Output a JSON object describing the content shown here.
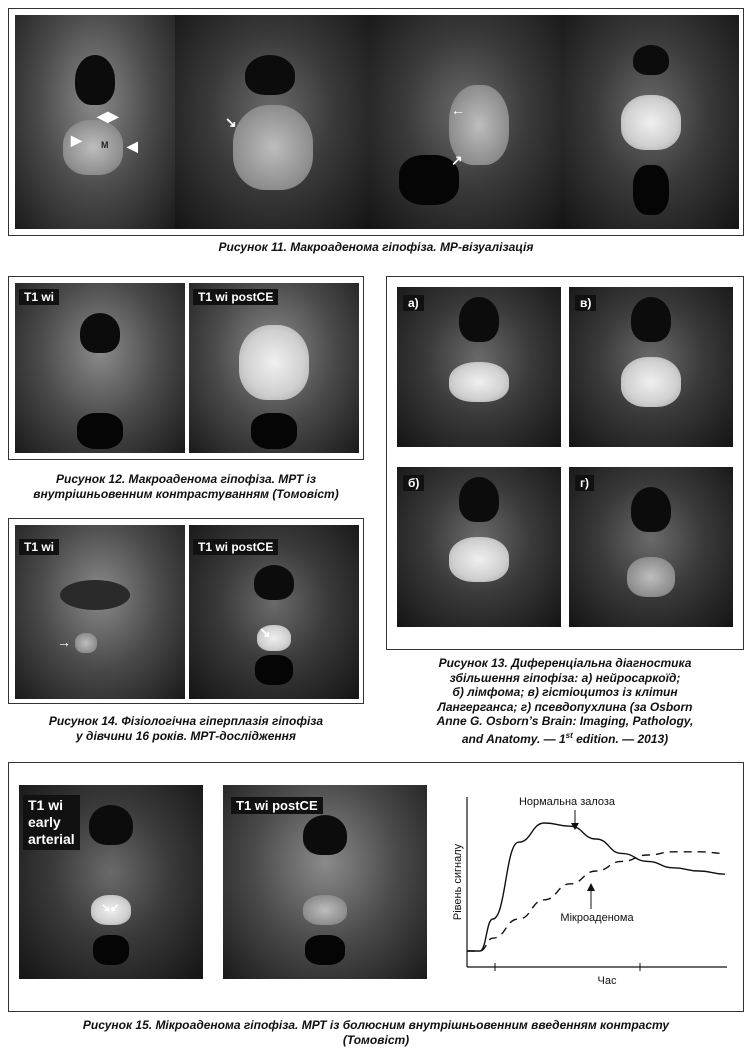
{
  "figure11": {
    "caption": "Рисунок 11. Макроаденома гіпофіза. МР-візуалізація",
    "marker_m": "M"
  },
  "figure12": {
    "label_left": "T1 wi",
    "label_right": "T1 wi postCE",
    "caption_line1": "Рисунок 12. Макроаденома гіпофіза. МРТ із",
    "caption_line2": "внутрішньовенним контрастуванням (Томовіст)"
  },
  "figure13": {
    "labels": [
      "а)",
      "в)",
      "б)",
      "г)"
    ],
    "caption_line1": "Рисунок  13. Диференціальна діагностика",
    "caption_line2": "збільшення гіпофіза: а) нейросаркоїд;",
    "caption_line3": "б) лімфома; в) гістіоцитоз із клітин",
    "caption_line4": "Лангерганса; г) псевдопухлина (за Osborn",
    "caption_line5": "Anne G. Osborn’s Brain: Imaging, Pathology,",
    "caption_line6_pre": "and Anatomy. — 1",
    "caption_line6_sup": "st",
    "caption_line6_post": " edition. — 2013)"
  },
  "figure14": {
    "label_left": "T1 wi",
    "label_right": "T1 wi postCE",
    "caption_line1": "Рисунок 14. Фізіологічна гіперплазія гіпофіза",
    "caption_line2": "у дівчини 16 років. МРТ-дослідження"
  },
  "figure15": {
    "label_left": "T1 wi\nearly\narterial",
    "label_right": "T1 wi postCE",
    "caption_line1": "Рисунок 15. Мікроаденома гіпофіза. МРТ із болюсним внутрішньовенним введенням контрасту",
    "caption_line2": "(Томовіст)"
  },
  "chart_data": {
    "type": "line",
    "xlabel": "Час",
    "ylabel": "Рівень сигналу",
    "series": [
      {
        "name": "Нормальна залоза",
        "style": "solid",
        "x": [
          0,
          0.5,
          1,
          2,
          3,
          4,
          5,
          6,
          7,
          8,
          9,
          10
        ],
        "values": [
          0.1,
          0.1,
          0.3,
          0.78,
          0.9,
          0.88,
          0.8,
          0.71,
          0.66,
          0.62,
          0.6,
          0.58
        ]
      },
      {
        "name": "Мікроаденома",
        "style": "dashed",
        "x": [
          0,
          0.5,
          1,
          2,
          3,
          4,
          5,
          6,
          7,
          8,
          9,
          10
        ],
        "values": [
          0.1,
          0.1,
          0.18,
          0.3,
          0.42,
          0.52,
          0.6,
          0.66,
          0.7,
          0.72,
          0.72,
          0.71
        ]
      }
    ],
    "annotations": [
      "Нормальна залоза",
      "Мікроаденома"
    ],
    "grid": false
  }
}
